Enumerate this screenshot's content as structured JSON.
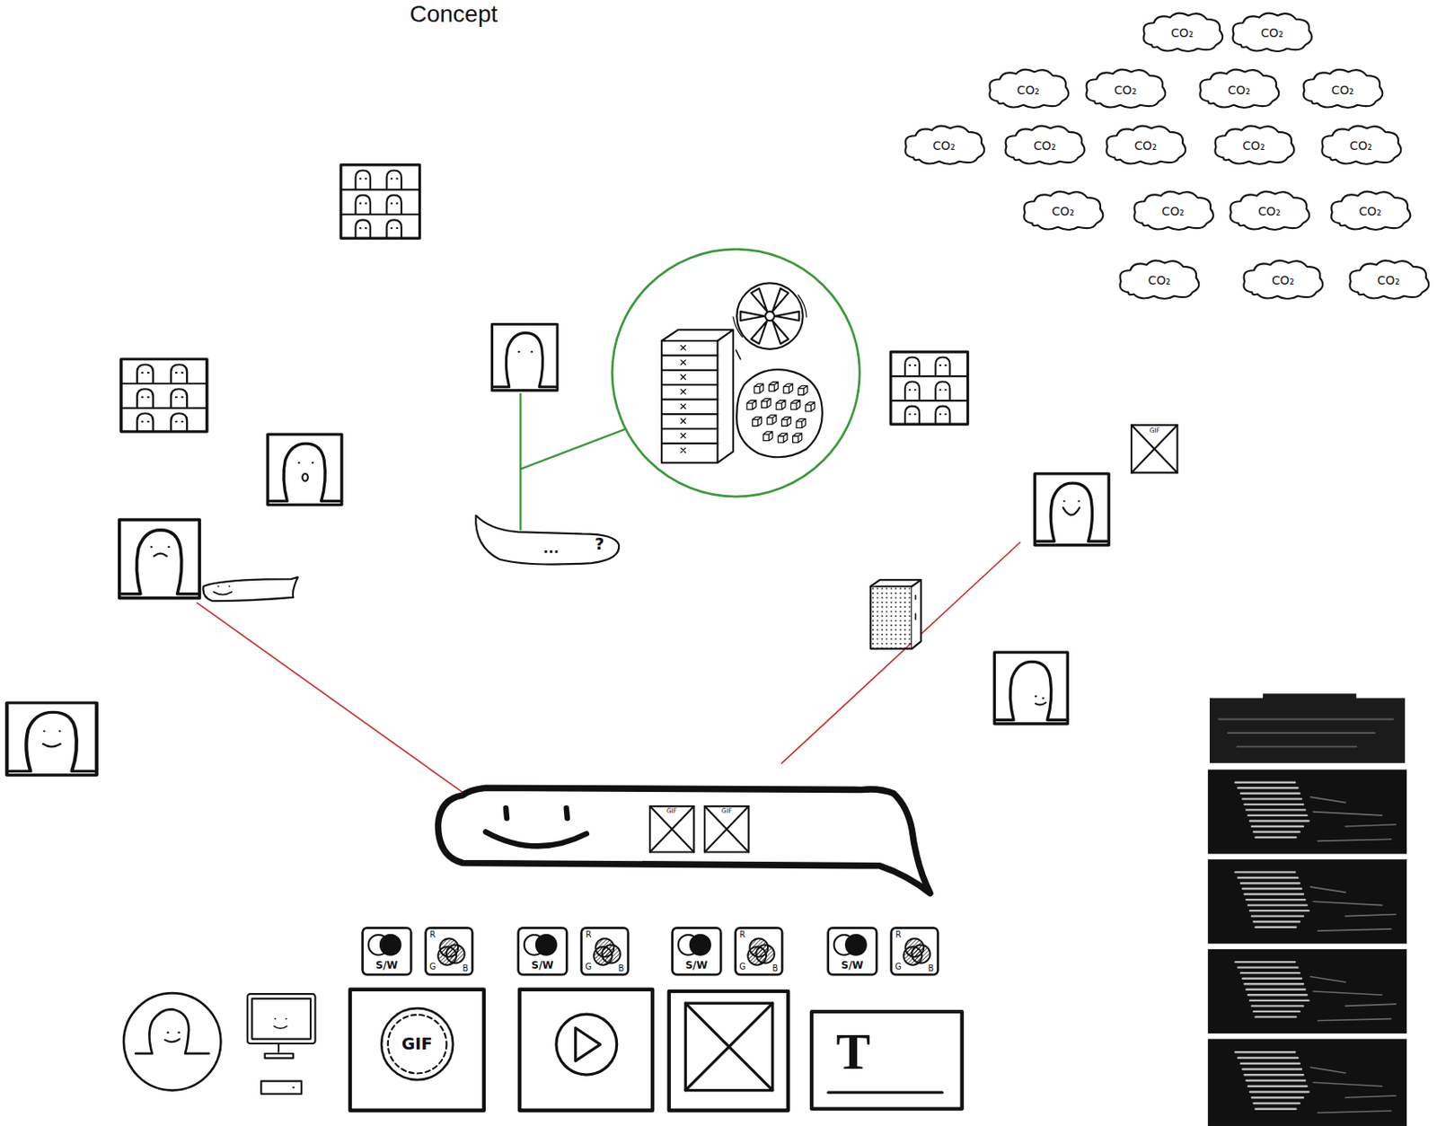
{
  "diagram": {
    "title": "Concept",
    "nodes": [
      {
        "text": [
          "CO₂"
        ]
      },
      {
        "text": [
          "CO₂"
        ]
      },
      {
        "text": [
          "CO₂"
        ]
      },
      {
        "text": [
          "CO₂"
        ]
      },
      {
        "text": [
          "CO₂"
        ]
      },
      {
        "text": [
          "CO₂"
        ]
      },
      {
        "text": [
          "CO₂"
        ]
      },
      {
        "text": [
          "CO₂"
        ]
      },
      {
        "text": [
          "CO₂"
        ]
      },
      {
        "text": [
          "CO₂"
        ]
      },
      {
        "text": [
          "CO₂"
        ]
      },
      {
        "text": [
          "CO₂"
        ]
      },
      {
        "text": [
          "CO₂"
        ]
      },
      {
        "text": [
          "CO₂"
        ]
      },
      {
        "text": [
          "CO₂"
        ]
      },
      {
        "text": [
          "CO₂"
        ]
      },
      {
        "text": [
          "CO₂"
        ]
      },
      {
        "text": [
          "CO₂"
        ]
      },
      {
        "text": [
          "GIF"
        ]
      },
      {
        "text": [
          "...",
          "?"
        ]
      },
      {
        "text": [
          "GIF"
        ]
      },
      {
        "text": [
          "GIF"
        ]
      },
      {
        "text": [
          "S/W"
        ]
      },
      {
        "text": [
          "R",
          "G",
          "B"
        ]
      },
      {
        "text": [
          "S/W"
        ]
      },
      {
        "text": [
          "R",
          "G",
          "B"
        ]
      },
      {
        "text": [
          "S/W"
        ]
      },
      {
        "text": [
          "R",
          "G",
          "B"
        ]
      },
      {
        "text": [
          "S/W"
        ]
      },
      {
        "text": [
          "R",
          "G",
          "B"
        ]
      },
      {
        "text": [
          "GIF"
        ]
      },
      {
        "text": [
          "T"
        ]
      }
    ]
  }
}
